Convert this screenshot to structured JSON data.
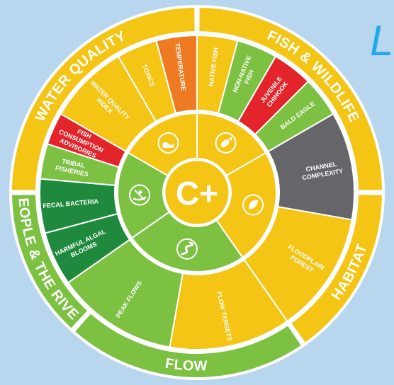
{
  "overall_grade": "C+",
  "corner_text": "L",
  "colors": {
    "background": "#b8d6ee",
    "good_green": "#7cc142",
    "fair_yellow": "#f4c515",
    "poor_orange": "#ee7b22",
    "fail_red": "#e3242b",
    "excellent_dark_green": "#1f8a3e",
    "unknown_grey": "#66666a",
    "corner_text": "#1eaae8"
  },
  "categories": [
    {
      "key": "water_quality",
      "name": "WATER QUALITY",
      "grade_color": "yellow",
      "icon": "water-surface-icon",
      "indicators": [
        {
          "label": "WATER QUALITY INDEX",
          "color": "yellow"
        },
        {
          "label": "TOXICS",
          "color": "yellow"
        },
        {
          "label": "TEMPERATURE",
          "color": "orange"
        }
      ]
    },
    {
      "key": "fish_wildlife",
      "name": "FISH & WILDLIFE",
      "grade_color": "yellow",
      "icon": "fish-icon",
      "indicators": [
        {
          "label": "NATIVE FISH",
          "color": "yellow"
        },
        {
          "label": "NON-NATIVE FISH",
          "color": "green"
        },
        {
          "label": "JUVENILE CHINOOK",
          "color": "red"
        },
        {
          "label": "BALD EAGLE",
          "color": "green"
        }
      ]
    },
    {
      "key": "habitat",
      "name": "HABITAT",
      "grade_color": "yellow",
      "icon": "leaf-icon",
      "indicators": [
        {
          "label": "CHANNEL COMPLEXITY",
          "color": "grey"
        },
        {
          "label": "FLOODPLAIN FOREST",
          "color": "yellow"
        }
      ]
    },
    {
      "key": "flow",
      "name": "FLOW",
      "grade_color": "green",
      "icon": "river-icon",
      "indicators": [
        {
          "label": "FLOW TARGETS",
          "color": "yellow"
        },
        {
          "label": "PEAK FLOWS",
          "color": "green"
        }
      ]
    },
    {
      "key": "people_river",
      "name": "PEOPLE & THE RIVER",
      "grade_color": "green",
      "icon": "kayak-icon",
      "indicators": [
        {
          "label": "HARMFUL ALGAL BLOOMS",
          "color": "darkgreen"
        },
        {
          "label": "FECAL BACTERIA",
          "color": "darkgreen"
        },
        {
          "label": "TRIBAL FISHERIES",
          "color": "green"
        },
        {
          "label": "FISH CONSUMPTION ADVISORIES",
          "color": "red"
        }
      ]
    }
  ]
}
